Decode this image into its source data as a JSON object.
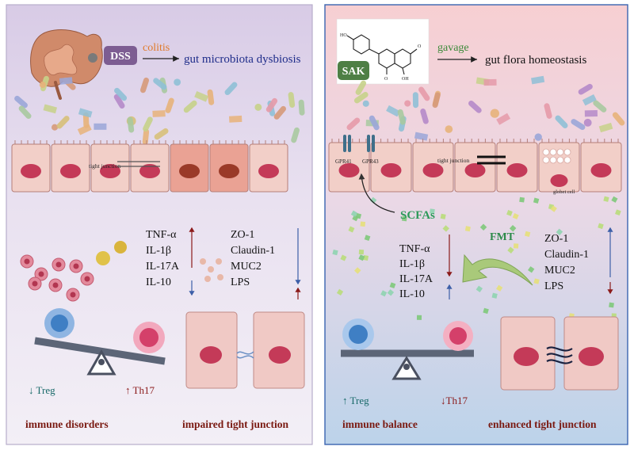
{
  "left": {
    "dss_badge": "DSS",
    "colitis": "colitis",
    "dysbiosis": "gut microbiota dysbiosis",
    "tight_junction": "tight junction",
    "cytokines": [
      "TNF-α",
      "IL-1β",
      "IL-17A",
      "IL-10"
    ],
    "barrier": [
      "ZO-1",
      "Claudin-1",
      "MUC2",
      "LPS"
    ],
    "treg": "↓ Treg",
    "th17": "↑ Th17",
    "immune_caption": "immune disorders",
    "junction_caption": "impaired tight junction"
  },
  "right": {
    "sak_badge": "SAK",
    "gavage": "gavage",
    "homeostasis": "gut flora homeostasis",
    "structure_labels": {
      "oh_top": "HO",
      "ome": "O",
      "o_carbonyl": "O",
      "oh_bottom": "OH"
    },
    "gpr41": "GPR41",
    "gpr43": "GPR43",
    "tight_junction": "tight junction",
    "globet_cell": "globet cell",
    "scfas": "SCFAs",
    "fmt": "FMT",
    "cytokines": [
      "TNF-α",
      "IL-1β",
      "IL-17A",
      "IL-10"
    ],
    "barrier": [
      "ZO-1",
      "Claudin-1",
      "MUC2",
      "LPS"
    ],
    "treg": "↑ Treg",
    "th17": "↓Th17",
    "immune_caption": "immune balance",
    "junction_caption": "enhanced tight junction"
  },
  "colors": {
    "left_bg_top": "#d9cde8",
    "left_bg_bottom": "#f1eef6",
    "right_bg_top": "#f6cdd0",
    "right_bg_bottom": "#bcd4ea",
    "badge_purple": "#7d5d92",
    "badge_green": "#4e7f45",
    "accent_orange": "#e07a2a",
    "accent_green": "#3d8a3a",
    "caption_red": "#7a1a12",
    "scfa_green": "#2d9a5a",
    "arrow_blue": "#3d5fa8",
    "arrow_red": "#8b1a1a"
  }
}
